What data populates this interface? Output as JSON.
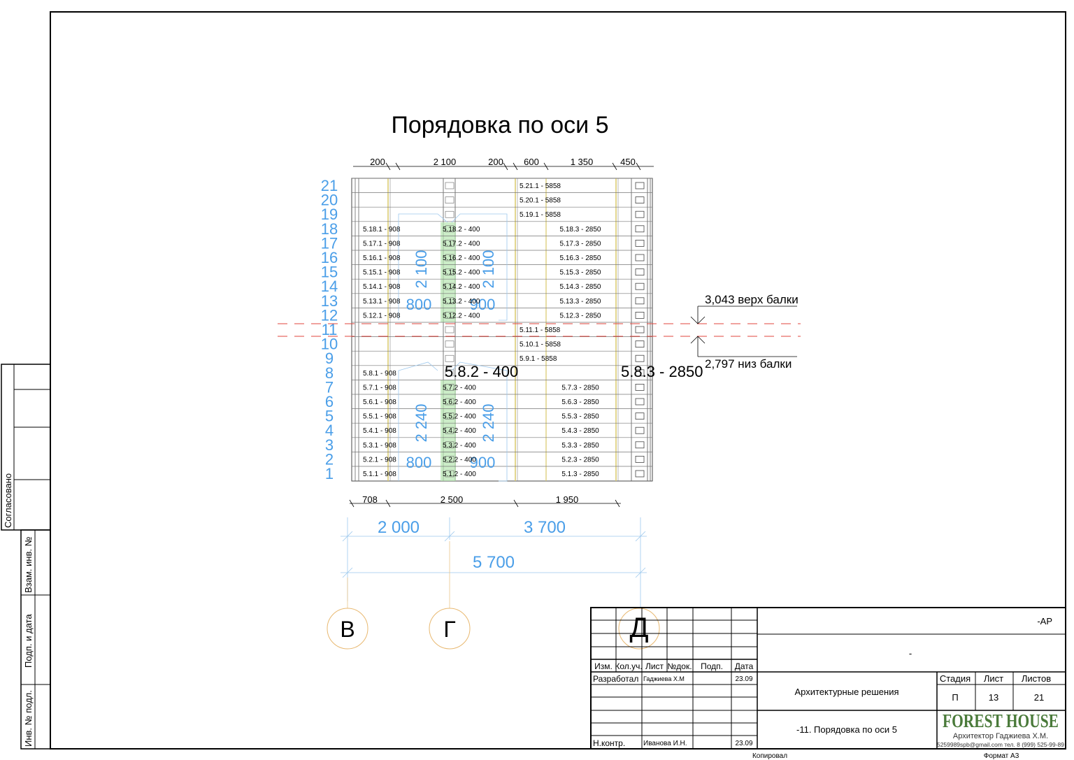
{
  "drawing": {
    "title": "Порядовка по оси 5",
    "top_dims": [
      "200",
      "2 100",
      "200",
      "600",
      "1 350",
      "450"
    ],
    "bottom_dims_1": [
      "708",
      "2 500",
      "1 950"
    ],
    "bottom_dims_2": [
      "2 000",
      "3 700"
    ],
    "bottom_dims_3": "5 700",
    "row_numbers": [
      "21",
      "20",
      "19",
      "18",
      "17",
      "16",
      "15",
      "14",
      "13",
      "12",
      "11",
      "10",
      "9",
      "8",
      "7",
      "6",
      "5",
      "4",
      "3",
      "2",
      "1"
    ],
    "opening_upper": {
      "height": "2 100",
      "left_width": "800",
      "right_width": "900"
    },
    "opening_lower": {
      "height": "2 240",
      "left_width": "800",
      "right_width": "900"
    },
    "beam_top": "3,043 верх балки",
    "beam_bottom": "2,797 низ балки",
    "row8_mid": "5.8.2 - 400",
    "row8_right": "5.8.3 - 2850",
    "axes": [
      "В",
      "Г",
      "Д"
    ],
    "logs_full": [
      {
        "row": 21,
        "label": "5.21.1 - 5858"
      },
      {
        "row": 20,
        "label": "5.20.1 - 5858"
      },
      {
        "row": 19,
        "label": "5.19.1 - 5858"
      },
      {
        "row": 11,
        "label": "5.11.1 - 5858"
      },
      {
        "row": 10,
        "label": "5.10.1 - 5858"
      },
      {
        "row": 9,
        "label": "5.9.1 - 5858"
      }
    ],
    "logs_split": [
      {
        "row": 18,
        "a": "5.18.1 - 908",
        "b": "5.18.2 - 400",
        "c": "5.18.3 - 2850"
      },
      {
        "row": 17,
        "a": "5.17.1 - 908",
        "b": "5.17.2 - 400",
        "c": "5.17.3 - 2850"
      },
      {
        "row": 16,
        "a": "5.16.1 - 908",
        "b": "5.16.2 - 400",
        "c": "5.16.3 - 2850"
      },
      {
        "row": 15,
        "a": "5.15.1 - 908",
        "b": "5.15.2 - 400",
        "c": "5.15.3 - 2850"
      },
      {
        "row": 14,
        "a": "5.14.1 - 908",
        "b": "5.14.2 - 400",
        "c": "5.14.3 - 2850"
      },
      {
        "row": 13,
        "a": "5.13.1 - 908",
        "b": "5.13.2 - 400",
        "c": "5.13.3 - 2850"
      },
      {
        "row": 12,
        "a": "5.12.1 - 908",
        "b": "5.12.2 - 400",
        "c": "5.12.3 - 2850"
      },
      {
        "row": 8,
        "a": "5.8.1 - 908",
        "b": "",
        "c": ""
      },
      {
        "row": 7,
        "a": "5.7.1 - 908",
        "b": "5.7.2 - 400",
        "c": "5.7.3 - 2850"
      },
      {
        "row": 6,
        "a": "5.6.1 - 908",
        "b": "5.6.2 - 400",
        "c": "5.6.3 - 2850"
      },
      {
        "row": 5,
        "a": "5.5.1 - 908",
        "b": "5.5.2 - 400",
        "c": "5.5.3 - 2850"
      },
      {
        "row": 4,
        "a": "5.4.1 - 908",
        "b": "5.4.2 - 400",
        "c": "5.4.3 - 2850"
      },
      {
        "row": 3,
        "a": "5.3.1 - 908",
        "b": "5.3.2 - 400",
        "c": "5.3.3 - 2850"
      },
      {
        "row": 2,
        "a": "5.2.1 - 908",
        "b": "5.2.2 - 400",
        "c": "5.2.3 - 2850"
      },
      {
        "row": 1,
        "a": "5.1.1 - 908",
        "b": "5.1.2 - 400",
        "c": "5.1.3 - 2850"
      }
    ]
  },
  "side_stamp": {
    "soglasovano": "Согласовано",
    "vzam_inv": "Взам. инв. №",
    "podp_data": "Подп. и дата",
    "inv_podl": "Инв. № подл."
  },
  "title_block": {
    "code": "-АР",
    "dash": "-",
    "headers": [
      "Изм.",
      "Кол.уч.",
      "Лист",
      "№док.",
      "Подп.",
      "Дата"
    ],
    "razrabotal": "Разработал",
    "razrabotal_name": "Гаджиева Х.М",
    "razrabotal_date": "23.09",
    "nkontr": "Н.контр.",
    "nkontr_name": "Иванова И.Н.",
    "nkontr_date": "23.09",
    "section": "Архитектурные решения",
    "sheet_title": "-11. Порядовка по оси 5",
    "stage_label": "Стадия",
    "sheet_label": "Лист",
    "sheets_label": "Листов",
    "stage": "П",
    "sheet": "13",
    "sheets": "21",
    "company": "FOREST HOUSE",
    "architect": "Архитектор Гаджиева Х.М.",
    "contacts": "5259989spb@gmail.com тел. 8 (999) 525-99-89",
    "copied": "Копировал",
    "format": "Формат А3"
  }
}
